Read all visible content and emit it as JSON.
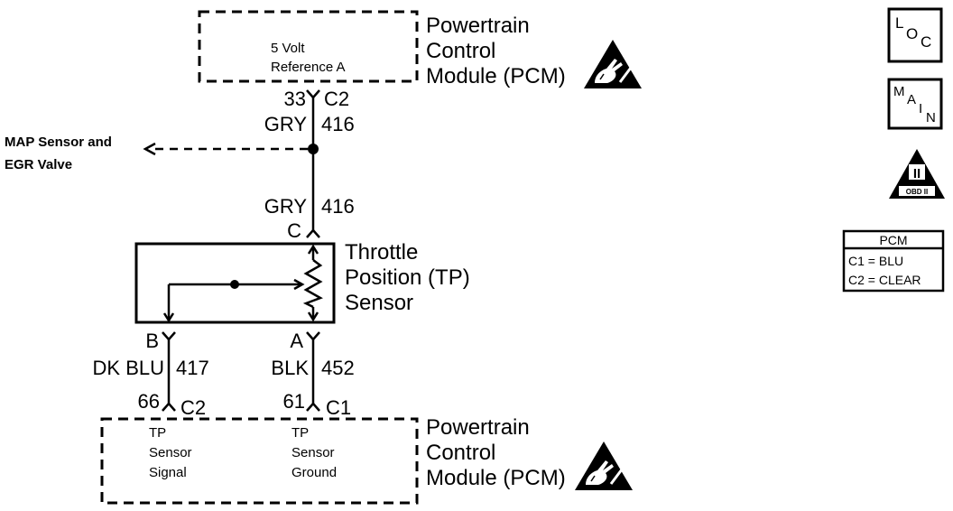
{
  "colors": {
    "line": "#000000",
    "background": "#ffffff"
  },
  "pcm_top": {
    "inside_lines": [
      "5 Volt",
      "Reference A"
    ],
    "label_lines": [
      "Powertrain",
      "Control",
      "Module (PCM)"
    ]
  },
  "wire_top": {
    "pin": "33",
    "connector": "C2",
    "color": "GRY",
    "circuit": "416"
  },
  "branch": {
    "label_lines": [
      "MAP Sensor and",
      "EGR Valve"
    ]
  },
  "wire_c": {
    "color": "GRY",
    "circuit": "416",
    "terminal": "C"
  },
  "tp_sensor": {
    "label_lines": [
      "Throttle",
      "Position (TP)",
      "Sensor"
    ],
    "terminal_b": "B",
    "terminal_a": "A"
  },
  "wire_b": {
    "color": "DK BLU",
    "circuit": "417",
    "pin": "66",
    "connector": "C2"
  },
  "wire_a": {
    "color": "BLK",
    "circuit": "452",
    "pin": "61",
    "connector": "C1"
  },
  "pcm_bottom": {
    "signal_lines": [
      "TP",
      "Sensor",
      "Signal"
    ],
    "ground_lines": [
      "TP",
      "Sensor",
      "Ground"
    ],
    "label_lines": [
      "Powertrain",
      "Control",
      "Module (PCM)"
    ]
  },
  "reference_icons": {
    "loc": {
      "letters": [
        "L",
        "O",
        "C"
      ]
    },
    "main": {
      "letters": [
        "M",
        "A",
        "I",
        "N"
      ]
    },
    "obd": {
      "numeral": "II",
      "label": "OBD II"
    }
  },
  "pcm_table": {
    "title": "PCM",
    "rows": [
      "C1 = BLU",
      "C2 = CLEAR"
    ]
  },
  "icon_names": {
    "esd": "esd-sensitive-icon",
    "loc": "loc-icon",
    "main": "main-icon",
    "obd": "obd-ii-icon"
  }
}
